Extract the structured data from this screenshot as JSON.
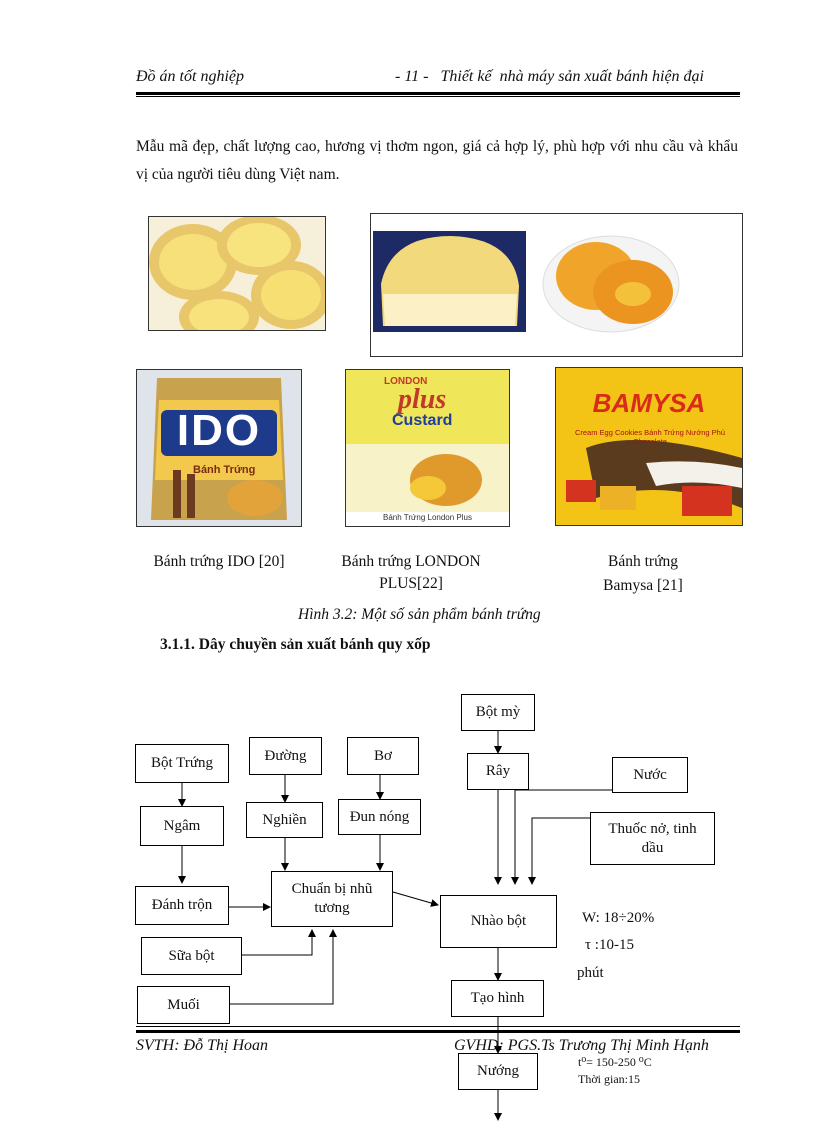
{
  "header": {
    "left": "Đồ án tốt nghiệp",
    "right": "- 11 -   Thiết kế  nhà máy sản xuất bánh hiện đại"
  },
  "paragraph": "Mẫu mã đẹp, chất lượng cao, hương vị thơm ngon, giá cả hợp lý, phù hợp với nhu cầu và khẩu vị của người tiêu dùng Việt nam.",
  "images": {
    "ido_brand": "IDO",
    "ido_sub": "Bánh Trứng",
    "london_brand_top": "LONDON",
    "london_brand_plus": "plus",
    "london_brand_custard": "Custard",
    "london_bottom": "Bánh Trứng London Plus",
    "bamysa_brand": "BAMYSA",
    "bamysa_sub": "Cream Egg Cookies Bánh Trứng Nướng Phủ Chocolate"
  },
  "captions": {
    "ido": "Bánh trứng IDO [20]",
    "london": "Bánh trứng LONDON PLUS[22]",
    "bamysa_l1": "Bánh trứng",
    "bamysa_l2": "Bamysa [21]"
  },
  "figure_caption": "Hình 3.2: Một số sản phẩm bánh trứng",
  "section_title": "3.1.1. Dây chuyền sản xuất bánh quy xốp",
  "flow": {
    "bot_my": "Bột mỳ",
    "ray": "Rây",
    "nuoc": "Nước",
    "thuoc_no": "Thuốc nở, tinh dầu",
    "bot_trung": "Bột Trứng",
    "duong": "Đường",
    "bo": "Bơ",
    "ngam": "Ngâm",
    "nghien": "Nghiền",
    "dun_nong": "Đun nóng",
    "danh_tron": "Đánh trộn",
    "chuan_bi": "Chuẩn bị nhũ tương",
    "nhao_bot": "Nhào bột",
    "sua_bot": "Sữa bột",
    "muoi": "Muối",
    "tao_hinh": "Tạo hình",
    "nuong": "Nướng",
    "note_w": "W: 18÷20%",
    "note_tau": "τ :10-15",
    "note_phut": "phút",
    "note_temp": "t⁰= 150-250 ⁰C",
    "note_time": "Thời gian:15"
  },
  "footer": {
    "left": "SVTH:  Đỗ Thị Hoan",
    "right": "GVHD:  PGS.Ts  Trương Thị Minh Hạnh"
  }
}
